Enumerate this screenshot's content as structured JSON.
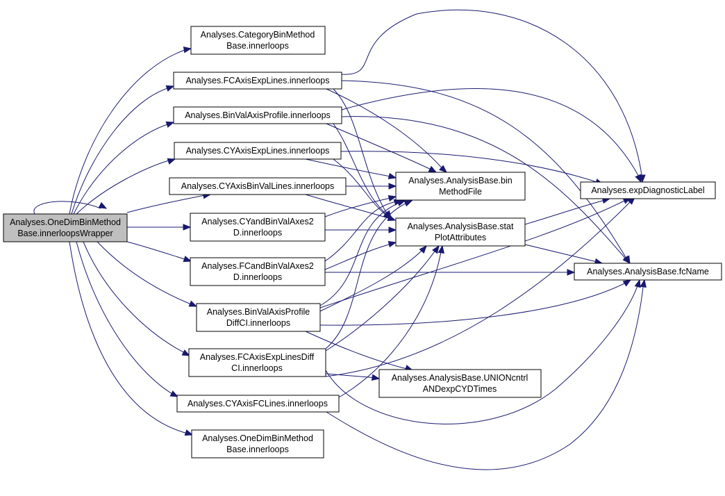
{
  "nodes": {
    "root": [
      "Analyses.OneDimBinMethod",
      "Base.innerloopsWrapper"
    ],
    "category": [
      "Analyses.CategoryBinMethod",
      "Base.innerloops"
    ],
    "fcaxis": [
      "Analyses.FCAxisExpLines.innerloops"
    ],
    "binval": [
      "Analyses.BinValAxisProfile.innerloops"
    ],
    "cyaxisexp": [
      "Analyses.CYAxisExpLines.innerloops"
    ],
    "cyaxisbinval": [
      "Analyses.CYAxisBinValLines.innerloops"
    ],
    "cyandbinval": [
      "Analyses.CYandBinValAxes2",
      "D.innerloops"
    ],
    "fcandbinval": [
      "Analyses.FCandBinValAxes2",
      "D.innerloops"
    ],
    "binvaldiff": [
      "Analyses.BinValAxisProfile",
      "DiffCI.innerloops"
    ],
    "fcaxisdiff": [
      "Analyses.FCAxisExpLinesDiff",
      "CI.innerloops"
    ],
    "cyaxisfc": [
      "Analyses.CYAxisFCLines.innerloops"
    ],
    "onedim": [
      "Analyses.OneDimBinMethod",
      "Base.innerloops"
    ],
    "binmethodfile": [
      "Analyses.AnalysisBase.bin",
      "MethodFile"
    ],
    "statplot": [
      "Analyses.AnalysisBase.stat",
      "PlotAttributes"
    ],
    "union": [
      "Analyses.AnalysisBase.UNIONcntrl",
      "ANDexpCYDTimes"
    ],
    "expdiag": [
      "Analyses.expDiagnosticLabel"
    ],
    "fcname": [
      "Analyses.AnalysisBase.fcName"
    ]
  },
  "colors": {
    "edge": "#191970",
    "root_fill": "#bfbfbf",
    "node_fill": "#ffffff",
    "border": "#000000"
  }
}
